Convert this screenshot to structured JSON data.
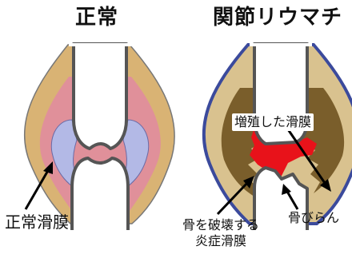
{
  "panels": {
    "normal": {
      "title": "正常",
      "label_synovium": "正常滑膜"
    },
    "ra": {
      "title": "関節リウマチ",
      "label_proliferated": "増殖した滑膜",
      "label_destroying_line1": "骨を破壊する",
      "label_destroying_line2": "炎症滑膜",
      "label_erosion": "骨びらん"
    }
  },
  "colors": {
    "capsule_tan": "#d9b374",
    "synovium_pink": "#e0909a",
    "synovial_fluid_blue": "#b3b9e6",
    "bone_gray": "#555555",
    "ra_capsule_outline": "#3b4a9c",
    "ra_inflamed_tissue": "#7a5e2b",
    "ra_cavity_red": "#e8121a",
    "arrow_black": "#000000"
  }
}
